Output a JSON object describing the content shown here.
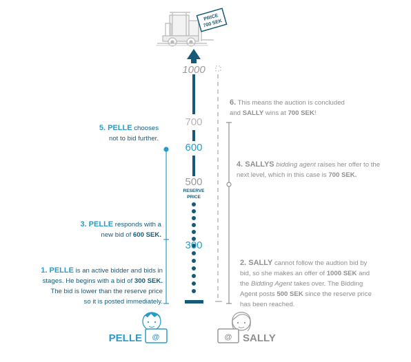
{
  "forklift": {
    "price_tag": [
      "PRICE",
      "700 SEK"
    ]
  },
  "scale": {
    "labels": [
      "1000",
      "700",
      "600",
      "500",
      "300"
    ],
    "reserve_label": [
      "RESERVE",
      "PRICE"
    ]
  },
  "pelle": {
    "name": "PELLE",
    "steps": {
      "s1": {
        "line1_bold": "1. PELLE",
        "line1_rest": " is an active bidder and bids in",
        "line2_pre": "stages. He begins with a bid of ",
        "line2_bold": "300 SEK.",
        "line3": "The bid is lower than the reserve price",
        "line4": "so it is posted immediately."
      },
      "s3": {
        "line1_bold": "3. PELLE",
        "line1_rest": " responds with a",
        "line2_pre": "new bid of  ",
        "line2_bold": "600 SEK."
      },
      "s5": {
        "line1_bold": "5. PELLE",
        "line1_rest": " chooses",
        "line2": "not to bid further."
      }
    }
  },
  "sally": {
    "name": "SALLY",
    "steps": {
      "s2": {
        "line1_bold": "2. SALLY",
        "line1_rest": " cannot follow the audtion bid by",
        "line2_pre": "bid, so she makes an offer of ",
        "line2_bold": "1000 SEK",
        "line2_post": " and",
        "line3_pre": "the ",
        "line3_italic": "Bidding Agent",
        "line3_post": " takes over. The Bidding",
        "line4_pre": "Agent posts ",
        "line4_bold": "500 SEK",
        "line4_post": " since the reserve price",
        "line5": "has been reached."
      },
      "s4": {
        "line1_bold": "4. SALLYS",
        "line1_italic": " bidding agent",
        "line1_rest": " raises her offer to the",
        "line2_pre": "next level, which in this case is ",
        "line2_bold": "700 SEK."
      },
      "s6": {
        "line1_pre": "6.",
        "line1_rest": " This means the auction is concluded",
        "line2_pre": "and ",
        "line2_bold": "SALLY",
        "line2_mid": " wins at ",
        "line2_bold2": "700 SEK",
        "line2_post": "!"
      }
    }
  },
  "colors": {
    "pelle_blue": "#2b9bc6",
    "dark_blue": "#175a78",
    "sally_gray": "#8f8f8f"
  }
}
